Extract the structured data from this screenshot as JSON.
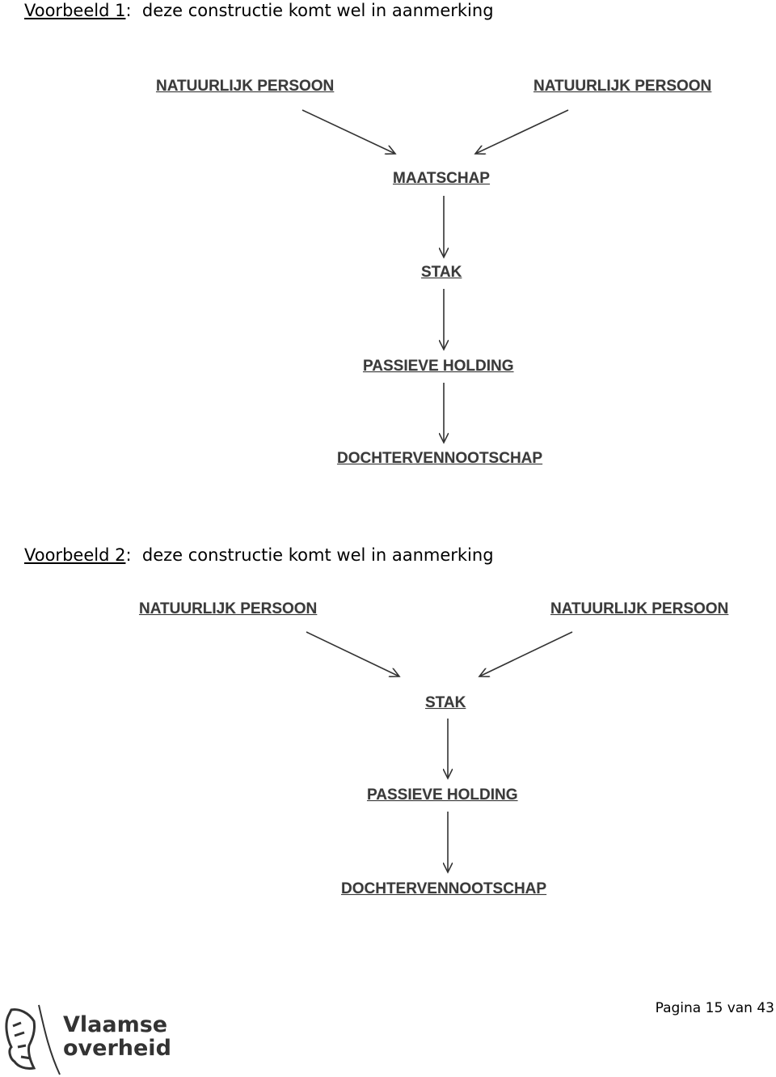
{
  "example1": {
    "label": "Voorbeeld 1",
    "colon": ":",
    "text": "deze constructie komt wel in aanmerking",
    "nodes": {
      "person_left": "NATUURLIJK PERSOON",
      "person_right": "NATUURLIJK PERSOON",
      "maatschap": "MAATSCHAP",
      "stak": "STAK",
      "holding": "PASSIEVE HOLDING",
      "subsidiary": "DOCHTERVENNOOTSCHAP"
    }
  },
  "example2": {
    "label": "Voorbeeld 2",
    "colon": ":",
    "text": "deze constructie komt wel in aanmerking",
    "nodes": {
      "person_left": "NATUURLIJK PERSOON",
      "person_right": "NATUURLIJK PERSOON",
      "stak": "STAK",
      "holding": "PASSIEVE HOLDING",
      "subsidiary": "DOCHTERVENNOOTSCHAP"
    }
  },
  "footer": {
    "page_word": "Pagina",
    "page_number": "15",
    "of_word": "van",
    "total_pages": "43"
  },
  "logo": {
    "line1": "Vlaamse",
    "line2": "overheid"
  }
}
